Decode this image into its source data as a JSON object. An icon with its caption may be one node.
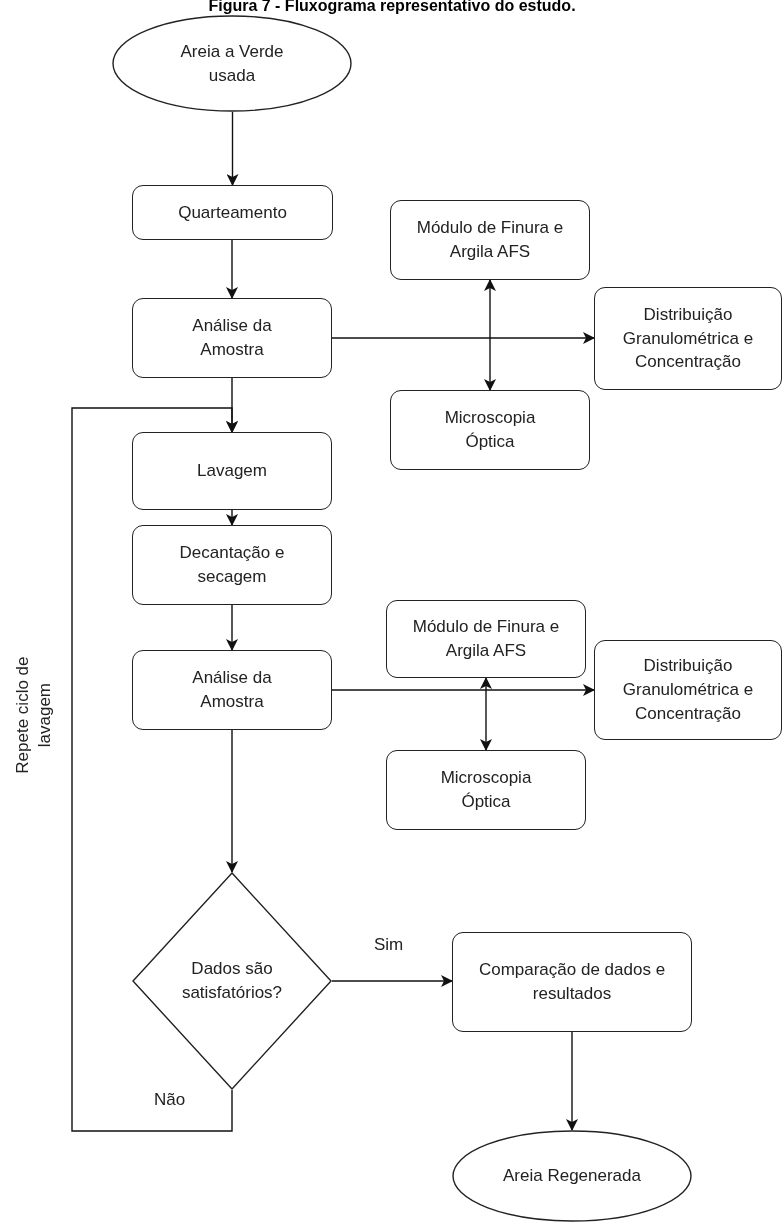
{
  "diagram": {
    "title": "Figura 7 - Fluxograma representativo do estudo.",
    "nodes": [
      {
        "text": [
          "Areia a Verde usada"
        ]
      },
      {
        "text": [
          "Quarteamento"
        ]
      },
      {
        "text": [
          "Módulo de Finura e Argila AFS"
        ]
      },
      {
        "text": [
          "Análise da Amostra"
        ]
      },
      {
        "text": [
          "Distribuição Granulométrica e Concentração"
        ]
      },
      {
        "text": [
          "Microscopia Óptica"
        ]
      },
      {
        "text": [
          "Lavagem"
        ]
      },
      {
        "text": [
          "Decantação e secagem"
        ]
      },
      {
        "text": [
          "Módulo de Finura e Argila AFS"
        ]
      },
      {
        "text": [
          "Análise da Amostra"
        ]
      },
      {
        "text": [
          "Distribuição Granulométrica e Concentração"
        ]
      },
      {
        "text": [
          "Microscopia Óptica"
        ]
      },
      {
        "text": [
          "Dados são satisfatórios?"
        ]
      },
      {
        "text": [
          "Comparação de dados e resultados"
        ]
      },
      {
        "text": [
          "Areia Regenerada"
        ]
      }
    ],
    "edges": [
      {
        "from": 0,
        "to": 1,
        "arrow": "to"
      },
      {
        "from": 1,
        "to": 3,
        "arrow": "to"
      },
      {
        "from": 3,
        "to": 4,
        "arrow": "to"
      },
      {
        "from": 2,
        "to": 5,
        "arrow": "both"
      },
      {
        "from": 3,
        "to": 6,
        "arrow": "to"
      },
      {
        "from": 6,
        "to": 7,
        "arrow": "to"
      },
      {
        "from": 7,
        "to": 9,
        "arrow": "to"
      },
      {
        "from": 9,
        "to": 10,
        "arrow": "to"
      },
      {
        "from": 8,
        "to": 11,
        "arrow": "both"
      },
      {
        "from": 9,
        "to": 12,
        "arrow": "to"
      },
      {
        "from": 12,
        "to": 13,
        "arrow": "to",
        "label": "Sim"
      },
      {
        "from": 13,
        "to": 14,
        "arrow": "to"
      },
      {
        "from": 12,
        "to": 6,
        "arrow": "to",
        "label": "Não"
      }
    ],
    "labels": [
      "Repete ciclo de lavagem"
    ]
  }
}
